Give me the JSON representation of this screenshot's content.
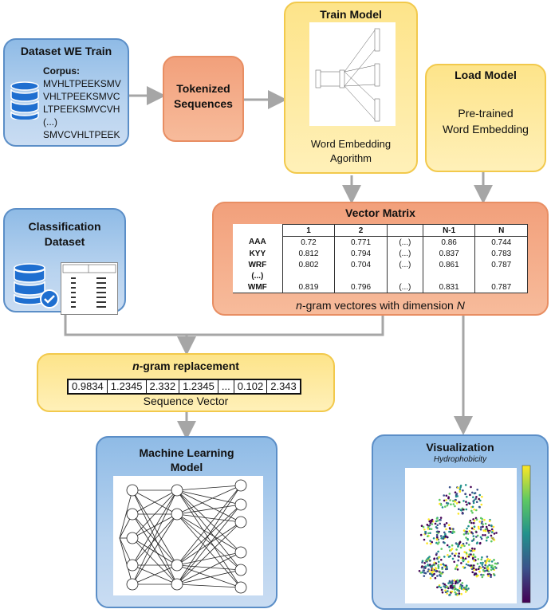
{
  "dataset_we_train": {
    "title": "Dataset WE Train",
    "corpus_label": "Corpus:",
    "lines": [
      "MVHLTPEEKSMV",
      "VHLTPEEKSMVC",
      "LTPEEKSMVCVH",
      "(...)",
      "SMVCVHLTPEEK"
    ]
  },
  "tokenized": {
    "line1": "Tokenized",
    "line2": "Sequences"
  },
  "train_model": {
    "title": "Train Model",
    "caption1": "Word Embedding",
    "caption2": "Agorithm"
  },
  "load_model": {
    "title": "Load Model",
    "caption1": "Pre-trained",
    "caption2": "Word Embedding"
  },
  "vector_matrix": {
    "title": "Vector Matrix",
    "columns": [
      "",
      "1",
      "2",
      "",
      "N-1",
      "N"
    ],
    "rows": [
      {
        "label": "AAA",
        "cells": [
          "0.72",
          "0.771",
          "(...)",
          "0.86",
          "0.744"
        ]
      },
      {
        "label": "KYY",
        "cells": [
          "0.812",
          "0.794",
          "(...)",
          "0.837",
          "0.783"
        ]
      },
      {
        "label": "WRF",
        "cells": [
          "0.802",
          "0.704",
          "(...)",
          "0.861",
          "0.787"
        ]
      },
      {
        "label": "(...)",
        "cells": [
          "",
          "",
          "",
          "",
          ""
        ]
      },
      {
        "label": "WMF",
        "cells": [
          "0.819",
          "0.796",
          "(...)",
          "0.831",
          "0.787"
        ]
      }
    ],
    "caption_pre": "n",
    "caption_mid": "-gram vectores with dimension ",
    "caption_n": "N"
  },
  "classification": {
    "title1": "Classification",
    "title2": "Dataset"
  },
  "ngram_replacement": {
    "title_italic": "n",
    "title_rest": "-gram replacement",
    "values": [
      "0.9834",
      "1.2345",
      "2.332",
      "1.2345",
      "...",
      "0.102",
      "2.343"
    ],
    "caption": "Sequence Vector"
  },
  "ml_model": {
    "title1": "Machine Learning",
    "title2": "Model"
  },
  "visualization": {
    "title": "Visualization",
    "subtitle": "Hydrophobicity"
  },
  "colors": {
    "blue_fill": "#b8d3ef",
    "blue_border": "#5b8ec7",
    "yellow_fill": "#fff0b8",
    "yellow_border": "#f2c94c",
    "orange_fill": "#f7bb9b",
    "orange_border": "#e88e63",
    "arrow": "#a6a6a6"
  }
}
